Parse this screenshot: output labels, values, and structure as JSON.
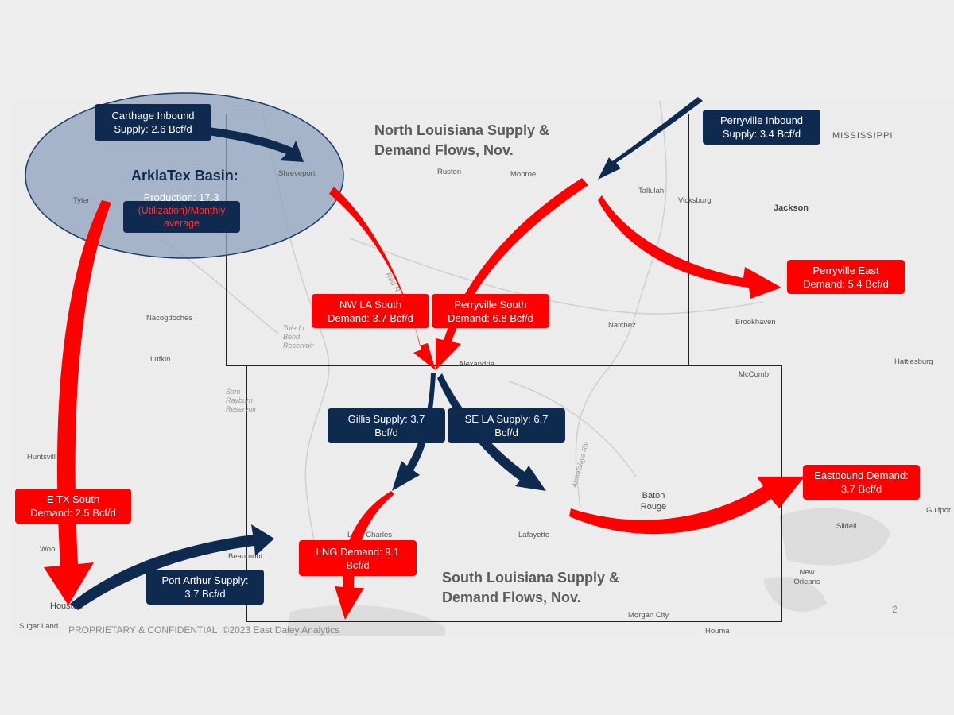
{
  "colors": {
    "supply": "#0f2a4f",
    "demand": "#ff0000",
    "basin": "#8fa2bd",
    "map_bg": "#ececec"
  },
  "region_titles": {
    "north": [
      "North Louisiana Supply &",
      "Demand Flows, Nov."
    ],
    "south": [
      "South Louisiana Supply &",
      "Demand Flows, Nov."
    ]
  },
  "basin": {
    "title": "ArklaTex Basin:",
    "production": "Production: 17.3 Bcf/d",
    "utilization": "(Utilization)/Monthly average"
  },
  "supply_labels": [
    {
      "id": "carthage",
      "lines": [
        "Carthage Inbound",
        "Supply: 2.6 Bcf/d"
      ]
    },
    {
      "id": "perryville-inbound",
      "lines": [
        "Perryville Inbound",
        "Supply: 3.4 Bcf/d"
      ]
    },
    {
      "id": "gillis",
      "lines": [
        "Gillis Supply: 3.7",
        "Bcf/d"
      ]
    },
    {
      "id": "se-la",
      "lines": [
        "SE LA Supply: 6.7",
        "Bcf/d"
      ]
    },
    {
      "id": "port-arthur",
      "lines": [
        "Port Arthur Supply:",
        "3.7 Bcf/d"
      ]
    }
  ],
  "demand_labels": [
    {
      "id": "perryville-east",
      "lines": [
        "Perryville East",
        "Demand: 5.4 Bcf/d"
      ]
    },
    {
      "id": "nw-la-south",
      "lines": [
        "NW LA South",
        "Demand: 3.7 Bcf/d"
      ]
    },
    {
      "id": "perryville-south",
      "lines": [
        "Perryville South",
        "Demand: 6.8 Bcf/d"
      ]
    },
    {
      "id": "e-tx-south",
      "lines": [
        "E TX South",
        "Demand: 2.5 Bcf/d"
      ]
    },
    {
      "id": "lng",
      "lines": [
        "LNG Demand: 9.1",
        "Bcf/d"
      ]
    },
    {
      "id": "eastbound",
      "lines": [
        "Eastbound Demand:",
        "3.7 Bcf/d"
      ]
    }
  ],
  "cities": {
    "mississippi": "MISSISSIPPI",
    "shreveport": "Shreveport",
    "ruston": "Ruston",
    "monroe": "Monroe",
    "tallulah": "Tallulah",
    "vicksburg": "Vicksburg",
    "jackson": "Jackson",
    "tyler": "Tyler",
    "nacogdoches": "Nacogdoches",
    "lufkin": "Lufkin",
    "natchez": "Natchez",
    "brookhaven": "Brookhaven",
    "alexandria": "Alexandria",
    "mccomb": "McComb",
    "hattiesburg": "Hattiesburg",
    "huntsville": "Huntsvill",
    "baton_rouge": "Baton Rouge",
    "gulfport": "Gulfpor",
    "lake_charles": "Lake Charles",
    "lafayette": "Lafayette",
    "slidell": "Slidell",
    "beaumont": "Beaumont",
    "woodlands": "Woo",
    "new_orleans": "New Orleans",
    "houston": "Houston",
    "morgan_city": "Morgan City",
    "sugar_land": "Sugar Land",
    "houma": "Houma",
    "toledo_bend": "Toledo Bend Reservoir",
    "sam_rayburn": "Sam Rayburn Reservoir",
    "red_river": "Red R",
    "atchafalaya": "Atchafalaya Riv"
  },
  "footer": {
    "text": "PROPRIETARY & CONFIDENTIAL  ©2023 East Daley Analytics",
    "page": "2"
  }
}
